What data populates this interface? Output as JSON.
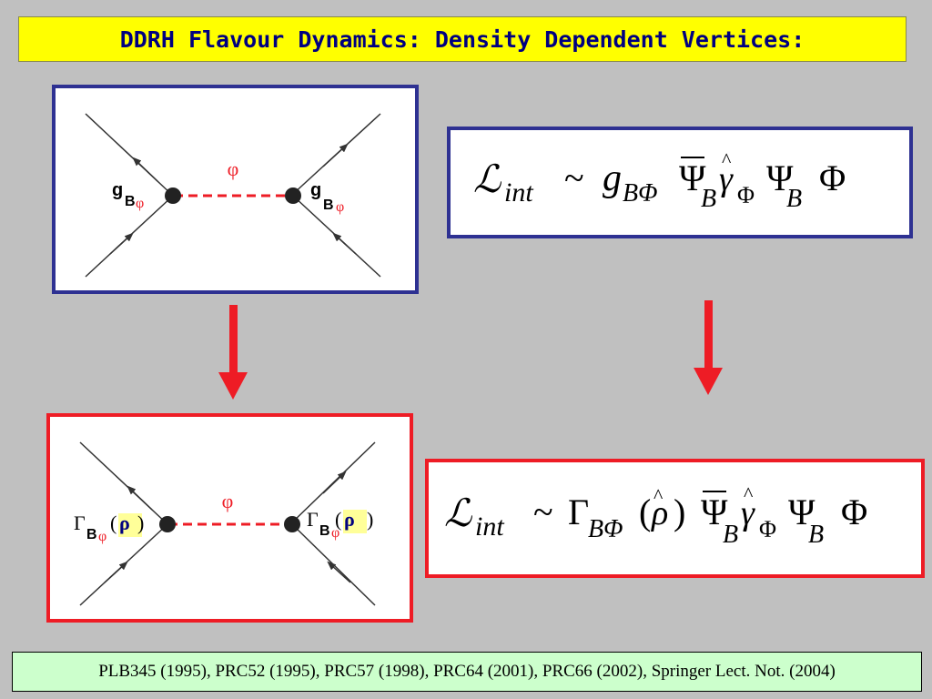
{
  "title": "DDRH Flavour Dynamics: Density Dependent Vertices:",
  "diagram_top": {
    "exchange_label": "φ",
    "left_vertex": {
      "symbol": "g",
      "subscript_b": "B",
      "subscript_phi": "φ"
    },
    "right_vertex": {
      "symbol": "g",
      "subscript_b": "B",
      "subscript_phi": "φ"
    }
  },
  "diagram_bottom": {
    "exchange_label": "φ",
    "left_vertex": {
      "symbol": "Γ",
      "subscript_b": "B",
      "subscript_phi": "φ",
      "arg_open": "(",
      "arg": "ρ",
      "arg_close": ")"
    },
    "right_vertex": {
      "symbol": "Γ",
      "subscript_b": "B",
      "subscript_phi": "φ",
      "arg_open": "(",
      "arg": "ρ",
      "arg_close": ")"
    }
  },
  "formula_top": {
    "lhs": "ℒ",
    "lhs_sub": "int",
    "sim": "~",
    "coupling": "g",
    "coupling_sub": "BΦ",
    "psibar": "Ψ",
    "psibar_sub": "B",
    "gamma": "γ",
    "gamma_sub": "Φ",
    "psi": "Ψ",
    "psi_sub": "B",
    "field": "Φ"
  },
  "formula_bottom": {
    "lhs": "ℒ",
    "lhs_sub": "int",
    "sim": "~",
    "coupling": "Γ",
    "coupling_sub": "BΦ",
    "arg_open": "(",
    "arg": "ρ",
    "arg_close": ")",
    "psibar": "Ψ",
    "psibar_sub": "B",
    "gamma": "γ",
    "gamma_sub": "Φ",
    "psi": "Ψ",
    "psi_sub": "B",
    "field": "Φ"
  },
  "references": "PLB345 (1995), PRC52 (1995), PRC57 (1998), PRC64 (2001), PRC66 (2002), Springer Lect. Not. (2004)",
  "colors": {
    "title_background": "#ffff00",
    "title_text": "#000080",
    "blue_frame": "#2e3192",
    "red_frame": "#ee1c25",
    "reference_background": "#ccffcc",
    "highlight": "#ffff99"
  }
}
